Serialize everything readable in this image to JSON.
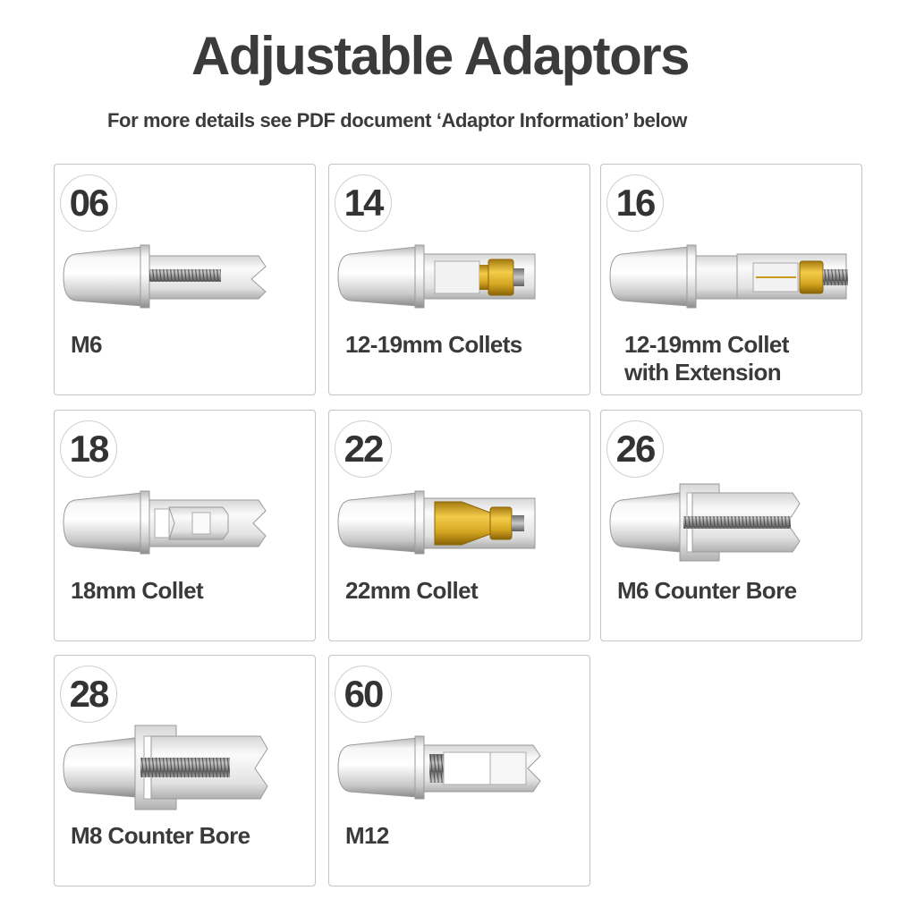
{
  "header": {
    "title": "Adjustable Adaptors",
    "subtitle": "For more details see PDF document ‘Adaptor Information’ below"
  },
  "adaptors": [
    {
      "number": "06",
      "label": "M6",
      "type": "threaded-rod"
    },
    {
      "number": "14",
      "label": "12-19mm Collets",
      "type": "collet-brass"
    },
    {
      "number": "16",
      "label_line1": "12-19mm Collet",
      "label_line2": "with Extension",
      "type": "collet-extension"
    },
    {
      "number": "18",
      "label": "18mm Collet",
      "type": "collet-silver"
    },
    {
      "number": "22",
      "label": "22mm Collet",
      "type": "collet-brass-cone"
    },
    {
      "number": "26",
      "label": "M6 Counter Bore",
      "type": "counter-bore"
    },
    {
      "number": "28",
      "label": "M8 Counter Bore",
      "type": "counter-bore-large"
    },
    {
      "number": "60",
      "label": "M12",
      "type": "m12-stud"
    }
  ],
  "colors": {
    "text": "#3b3b3b",
    "card_border": "#c4c4c4",
    "metal_light": "#f4f4f4",
    "metal_dark": "#a8a8a8",
    "brass": "#d9a92a"
  }
}
